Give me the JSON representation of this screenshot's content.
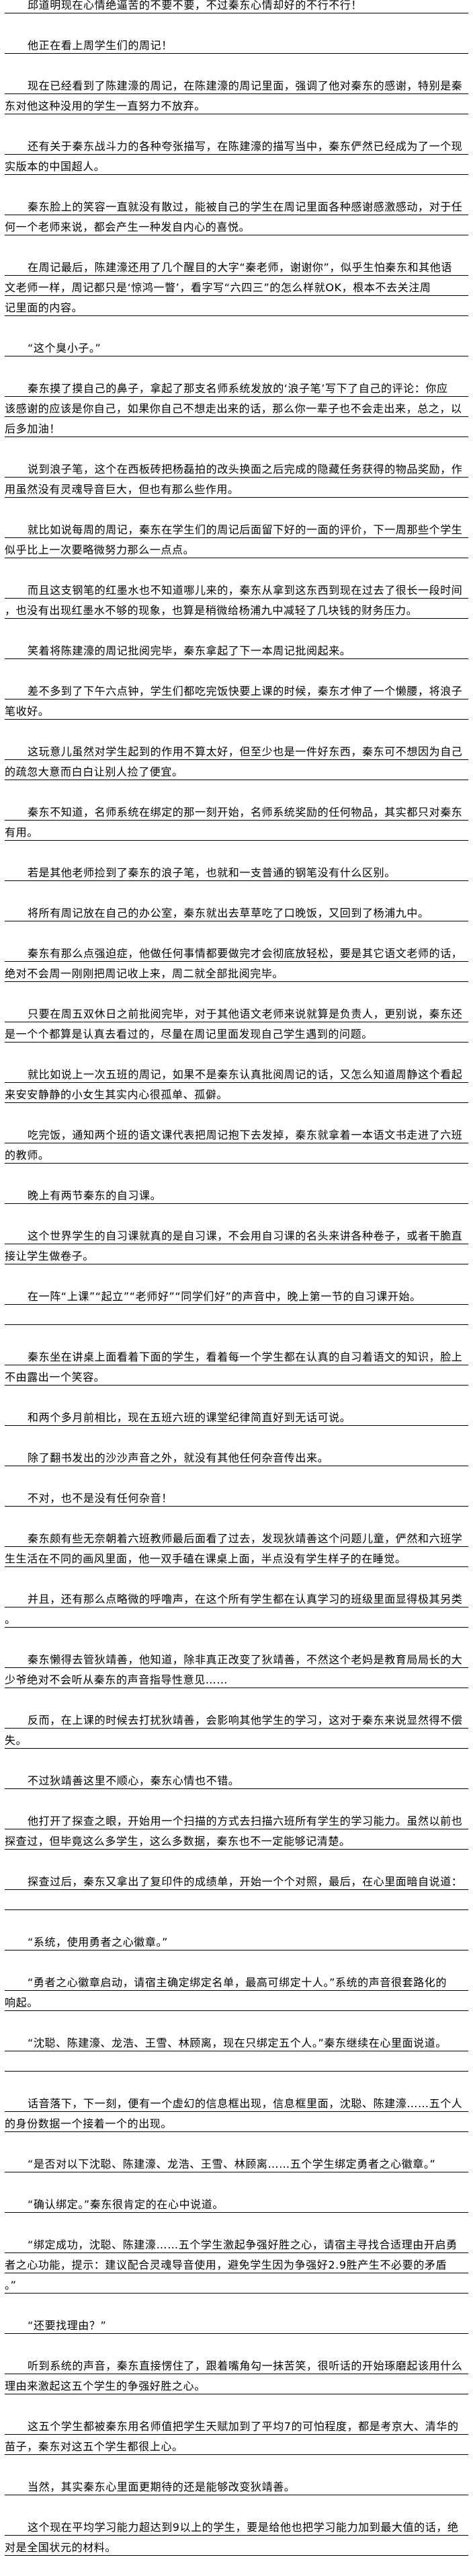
{
  "paragraphs": [
    {
      "lines": [
        "邱道明现在心情绝逼苦的不要不要，不过秦东心情却好的不行不行！"
      ]
    },
    {
      "lines": [
        "他正在看上周学生们的周记！"
      ]
    },
    {
      "lines": [
        "现在已经看到了陈建濠的周记，在陈建濠的周记里面，强调了他对秦东的感谢，特别是秦",
        "东对他这种没用的学生一直努力不放弃。"
      ]
    },
    {
      "lines": [
        "还有关于秦东战斗力的各种夸张描写，在陈建濠的描写当中，秦东俨然已经成为了一个现",
        "实版本的中国超人。"
      ]
    },
    {
      "lines": [
        "秦东脸上的笑容一直就没有散过，能被自己的学生在周记里面各种感谢感激感动，对于任",
        "何一个老师来说，都会产生一种发自内心的喜悦。"
      ]
    },
    {
      "lines": [
        "在周记最后，陈建濠还用了几个醒目的大字“秦老师，谢谢你”，似乎生怕秦东和其他语",
        "文老师一样，周记都只是‘惊鸿一瞥’，看字写“六四三”的怎么样就OK，根本不去关注周",
        "记里面的内容。"
      ]
    },
    {
      "lines": [
        "“这个臭小子。”"
      ]
    },
    {
      "lines": [
        "秦东摸了摸自己的鼻子，拿起了那支名师系统发放的‘浪子笔’写下了自己的评论：你应",
        "该感谢的应该是你自己，如果你自己不想走出来的话，那么你一辈子也不会走出来，总之，以",
        "后多加油！"
      ]
    },
    {
      "lines": [
        "说到浪子笔，这个在西板砖把杨磊拍的改头换面之后完成的隐藏任务获得的物品奖励，作",
        "用虽然没有灵魂导音巨大，但也有那么些作用。"
      ]
    },
    {
      "lines": [
        "就比如说每周的周记，秦东在学生们的周记后面留下好的一面的评价，下一周那些个学生",
        "似乎比上一次要略微努力那么一点点。"
      ]
    },
    {
      "lines": [
        "而且这支钢笔的红墨水也不知道哪儿来的，秦东从拿到这东西到现在过去了很长一段时间",
        "，也没有出现红墨水不够的现象，也算是稍微给杨浦九中减轻了几块钱的财务压力。"
      ]
    },
    {
      "lines": [
        "笑着将陈建濠的周记批阅完毕，秦东拿起了下一本周记批阅起来。"
      ]
    },
    {
      "lines": [
        "差不多到了下午六点钟，学生们都吃完饭快要上课的时候，秦东才伸了一个懒腰，将浪子",
        "笔收好。"
      ]
    },
    {
      "lines": [
        "这玩意儿虽然对学生起到的作用不算太好，但至少也是一件好东西，秦东可不想因为自己",
        "的疏忽大意而白白让别人捡了便宜。"
      ]
    },
    {
      "lines": [
        "秦东不知道，名师系统在绑定的那一刻开始，名师系统奖励的任何物品，其实都只对秦东",
        "有用。"
      ]
    },
    {
      "lines": [
        "若是其他老师捡到了秦东的浪子笔，也就和一支普通的钢笔没有什么区别。"
      ]
    },
    {
      "lines": [
        "将所有周记放在自己的办公室，秦东就出去草草吃了口晚饭，又回到了杨浦九中。"
      ]
    },
    {
      "lines": [
        "秦东有那么点强迫症，他做任何事情都要做完才会彻底放轻松，要是其它语文老师的话，",
        "绝对不会周一刚刚把周记收上来，周二就全部批阅完毕。"
      ]
    },
    {
      "lines": [
        "只要在周五双休日之前批阅完毕，对于其他语文老师来说就算是负责人，更别说，秦东还",
        "是一个个都算是认真去看过的，尽量在周记里面发现自己学生遇到的问题。"
      ]
    },
    {
      "lines": [
        "就比如说上一次五班的周记，如果不是秦东认真批阅周记的话，又怎么知道周静这个看起",
        "来安安静静的小女生其实内心很孤单、孤僻。"
      ]
    },
    {
      "lines": [
        "吃完饭，通知两个班的语文课代表把周记抱下去发掉，秦东就拿着一本语文书走进了六班",
        "的教师。"
      ]
    },
    {
      "lines": [
        "晚上有两节秦东的自习课。"
      ]
    },
    {
      "lines": [
        "这个世界学生的自习课就真的是自习课，不会用自习课的名头来讲各种卷子，或者干脆直",
        "接让学生做卷子。"
      ]
    },
    {
      "lines": [
        "在一阵“上课”“起立”“老师好”“同学们好”的声音中，晚上第一节的自习课开始。",
        ""
      ]
    },
    {
      "lines": [
        "秦东坐在讲桌上面看着下面的学生，看着每一个学生都在认真的自习着语文的知识，脸上",
        "不由露出一个笑容。"
      ]
    },
    {
      "lines": [
        "和两个多月前相比，现在五班六班的课堂纪律简直好到无话可说。"
      ]
    },
    {
      "lines": [
        "除了翻书发出的沙沙声音之外，就没有其他任何杂音传出来。"
      ]
    },
    {
      "lines": [
        "不对，也不是没有任何杂音！"
      ]
    },
    {
      "lines": [
        "秦东颇有些无奈朝着六班教师最后面看了过去，发现狄靖善这个问题儿童，俨然和六班学",
        "生生活在不同的画风里面，他一双手磕在课桌上面，半点没有学生样子的在睡觉。"
      ]
    },
    {
      "lines": [
        "并且，还有那么点略微的呼噜声，在这个所有学生都在认真学习的班级里面显得极其另类",
        "。"
      ]
    },
    {
      "lines": [
        "秦东懒得去管狄靖善，他知道，除非真正改变了狄靖善，不然这个老妈是教育局局长的大",
        "少爷绝对不会听从秦东的声音指导性意见……"
      ]
    },
    {
      "lines": [
        "反而，在上课的时候去打扰狄靖善，会影响其他学生的学习，这对于秦东来说显然得不偿",
        "失。"
      ]
    },
    {
      "lines": [
        "不过狄靖善这里不顺心，秦东心情也不错。"
      ]
    },
    {
      "lines": [
        "他打开了探查之眼，开始用一个扫描的方式去扫描六班所有学生的学习能力。虽然以前也",
        "探查过，但毕竟这么多学生，这么多数据，秦东也不一定能够记清楚。"
      ]
    },
    {
      "lines": [
        "探查过后，秦东又拿出了复印件的成绩单，开始一个个对照，最后，在心里面暗自说道：",
        ""
      ]
    },
    {
      "lines": [
        "“系统，使用勇者之心徽章。”"
      ]
    },
    {
      "lines": [
        "“勇者之心徽章启动，请宿主确定绑定名单，最高可绑定十人。”系统的声音很套路化的",
        "响起。"
      ]
    },
    {
      "lines": [
        "“沈聪、陈建濠、龙浩、王雪、林顾离，现在只绑定五个人。”秦东继续在心里面说道。",
        ""
      ]
    },
    {
      "lines": [
        "话音落下，下一刻，便有一个虚幻的信息框出现，信息框里面，沈聪、陈建濠……五个人",
        "的身份数据一个接着一个的出现。"
      ]
    },
    {
      "lines": [
        "“是否对以下沈聪、陈建濠、龙浩、王雪、林顾离……五个学生绑定勇者之心徽章。”"
      ]
    },
    {
      "lines": [
        "“确认绑定。”秦东很肯定的在心中说道。"
      ]
    },
    {
      "lines": [
        "“绑定成功，沈聪、陈建濠……五个学生激起争强好胜之心，请宿主寻找合适理由开启勇",
        "者之心功能，提示：建议配合灵魂导音使用，避免学生因为争强好2.9胜产生不必要的矛盾",
        "。”"
      ]
    },
    {
      "lines": [
        "“还要找理由？”"
      ]
    },
    {
      "lines": [
        "听到系统的声音，秦东直接愣住了，跟着嘴角勾一抹苦笑，很听话的开始琢磨起该用什么",
        "理由来激起这五个学生的争强好胜之心。"
      ]
    },
    {
      "lines": [
        "这五个学生都被秦东用名师值把学生天赋加到了平均7的可怕程度，都是考京大、清华的",
        "苗子，秦东对这五个学生都很上心。"
      ]
    },
    {
      "lines": [
        "当然，其实秦东心里面更期待的还是能够改变狄靖善。"
      ]
    },
    {
      "lines": [
        "这个现在平均学习能力超达到9以上的学生，要是给他也把学习能力加到最大值的话，绝",
        "对是全国状元的材料。"
      ]
    }
  ]
}
